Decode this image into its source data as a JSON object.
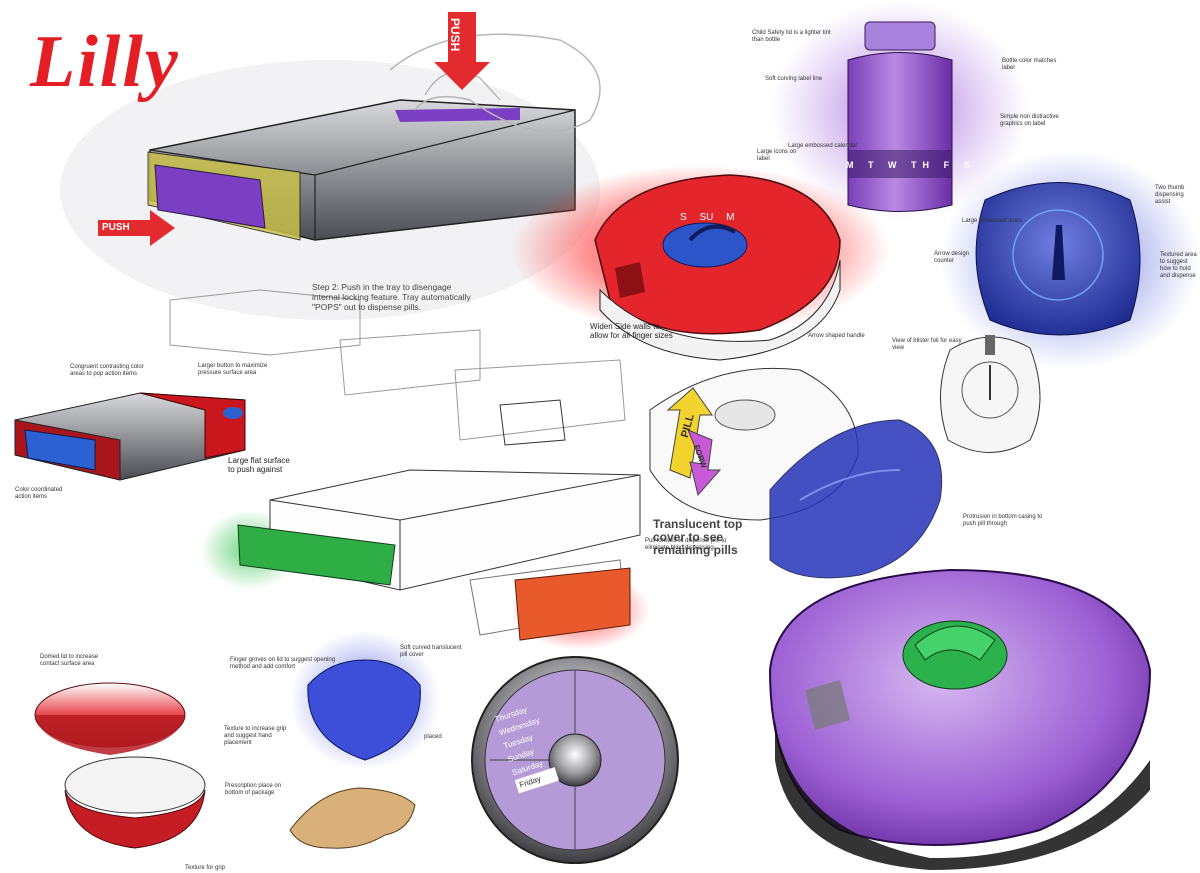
{
  "brand": {
    "logo_text": "Lilly",
    "accent": "#e31e24"
  },
  "arrows": {
    "push_top": "PUSH",
    "push_left": "PUSH",
    "pill": "PILL",
    "forward": "FORW"
  },
  "bottle": {
    "days": [
      "M",
      "T",
      "W",
      "TH",
      "F",
      "S"
    ]
  },
  "wheel": {
    "days": [
      "Thursday",
      "Wednesday",
      "Tuesday",
      "Sunday",
      "Saturday",
      "Friday"
    ]
  },
  "dispenser": {
    "labels": [
      "S",
      "SU",
      "M"
    ]
  },
  "colors": {
    "red": "#e4252b",
    "purple": "#8f52c9",
    "blue": "#2536a3",
    "green": "#2bb24c",
    "gray": "#5a5c63"
  },
  "annotations": {
    "child_safety": "Child Safety lid is a lighter tint than bottle",
    "bottle_color": "Bottle color matches label",
    "soft_curving": "Soft curving label line",
    "simple_graphics": "Simple non distractive graphics on label",
    "large_calendar": "Large embossed calendar",
    "large_icons": "Large icons on label",
    "two_thumb": "Two thumb dispensing assist",
    "large_emboss": "Large embossed icons",
    "arrow_counter": "Arrow design counter",
    "textured_area": "Textured area to suggest how to hold and dispense",
    "blister_view": "View of blister foil for easy view",
    "step2": "Step 2: Push in the tray to disengage internal locking feature. Tray automatically \"POPS\" out to dispense pills.",
    "widen_side": "Widen Side walls to allow for all finger sizes",
    "arrow_handle": "Arrow shaped handle",
    "congruent": "Congruent contrasting color areas to pop action items",
    "larger_button": "Larger button to maximize pressure surface area",
    "color_coordinated": "Color coordinated action items",
    "large_flat": "Large flat surface to push against",
    "translucent": "Translucent top cover to see remaining pills",
    "pull_forward": "Pull forward to dispense pill; to eliminate blind dispensing",
    "protrusion": "Protrusion in bottom casing to push pill through",
    "domed_lid": "Domed lid to increase contact surface area",
    "finger_groves": "Finger groves on lid to suggest opening method and add comfort",
    "texture_grip": "Texture to increase grip and suggest hand placement",
    "prescription": "Prescription place on bottom of package",
    "texture_for_grip": "Texture for grip",
    "soft_curved": "Soft curved translucent pill cover",
    "placed": "placed"
  }
}
